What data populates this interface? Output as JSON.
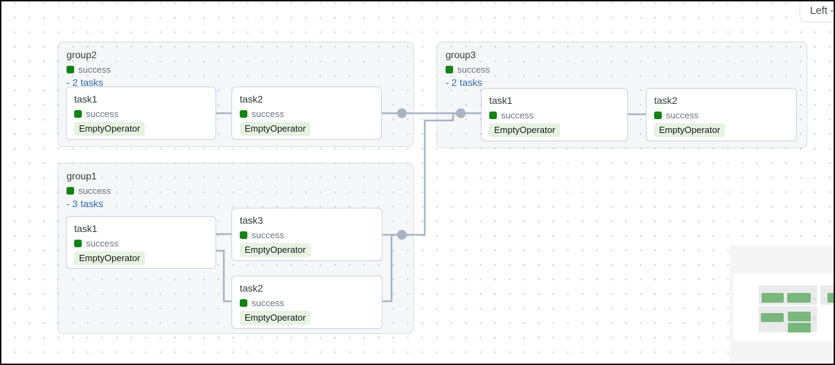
{
  "layout_select": {
    "label": "Left ->"
  },
  "groups": [
    {
      "name": "group2",
      "status": "success",
      "tasks_toggle": "- 2 tasks",
      "tasks": [
        {
          "name": "task1",
          "status": "success",
          "operator": "EmptyOperator"
        },
        {
          "name": "task2",
          "status": "success",
          "operator": "EmptyOperator"
        }
      ]
    },
    {
      "name": "group3",
      "status": "success",
      "tasks_toggle": "- 2 tasks",
      "tasks": [
        {
          "name": "task1",
          "status": "success",
          "operator": "EmptyOperator"
        },
        {
          "name": "task2",
          "status": "success",
          "operator": "EmptyOperator"
        }
      ]
    },
    {
      "name": "group1",
      "status": "success",
      "tasks_toggle": "- 3 tasks",
      "tasks": [
        {
          "name": "task1",
          "status": "success",
          "operator": "EmptyOperator"
        },
        {
          "name": "task3",
          "status": "success",
          "operator": "EmptyOperator"
        },
        {
          "name": "task2",
          "status": "success",
          "operator": "EmptyOperator"
        }
      ]
    }
  ],
  "colors": {
    "success_green": "#168216",
    "operator_pill_bg": "#e5f3e0",
    "tasks_link_blue": "#2e6db6",
    "edge_gray_blue": "#a8b3c5",
    "task_border": "#c7d2e0",
    "group_border": "#d7dbe1",
    "minimap_task_green": "#79b77d"
  }
}
